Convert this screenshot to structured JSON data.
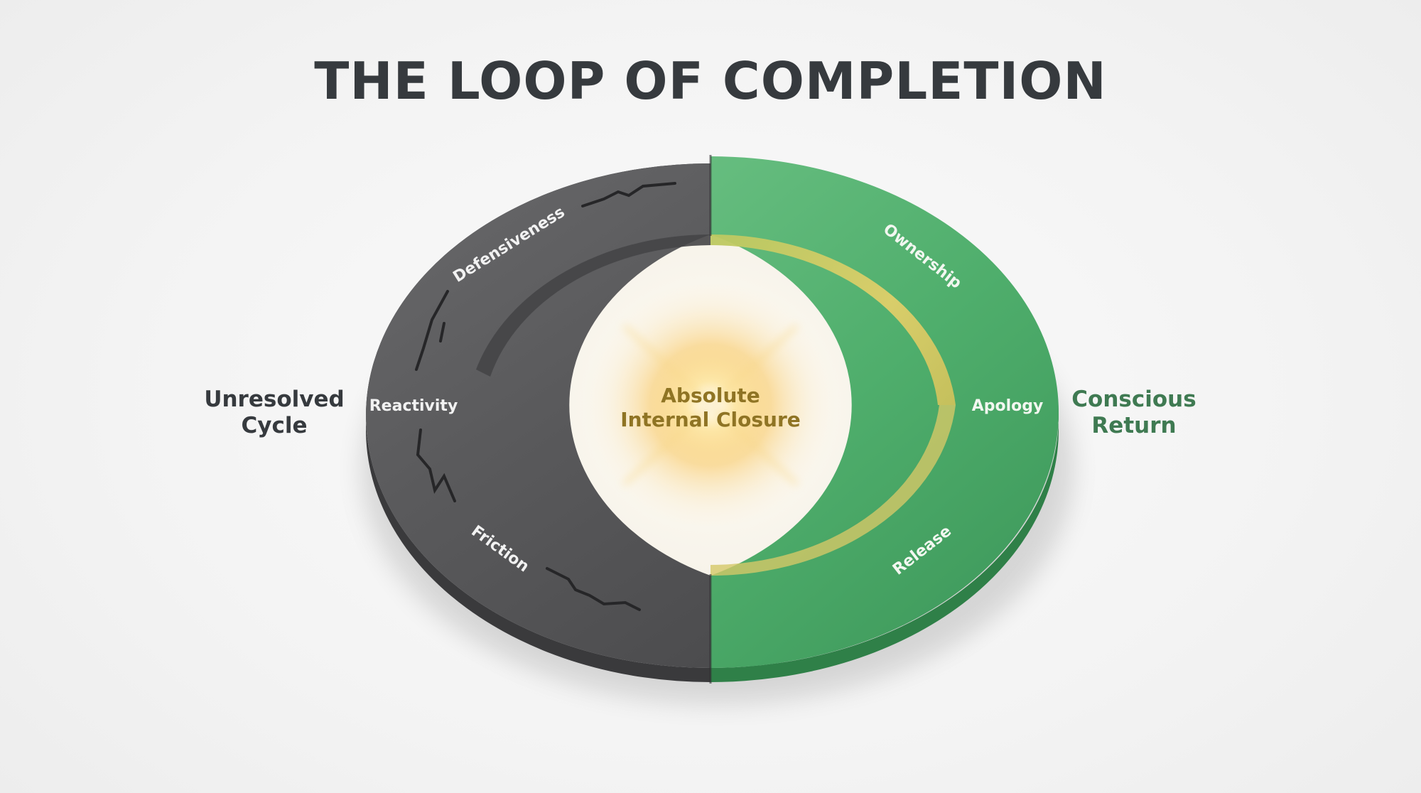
{
  "title": "THE LOOP OF COMPLETION",
  "left_label": {
    "line1": "Unresolved",
    "line2": "Cycle"
  },
  "right_label": {
    "line1": "Conscious",
    "line2": "Return"
  },
  "center": {
    "line1": "Absolute",
    "line2": "Internal Closure"
  },
  "dark_arc": {
    "stages": [
      "Defensiveness",
      "Reactivity",
      "Friction"
    ]
  },
  "green_arc": {
    "stages": [
      "Ownership",
      "Apology",
      "Release"
    ]
  },
  "colors": {
    "title": "#363a3e",
    "dark_arc": "#5a5a5c",
    "green_arc": "#4aa86a",
    "glow": "#f7c45a",
    "right_label": "#3f7a52",
    "center_text": "#8f7424"
  }
}
